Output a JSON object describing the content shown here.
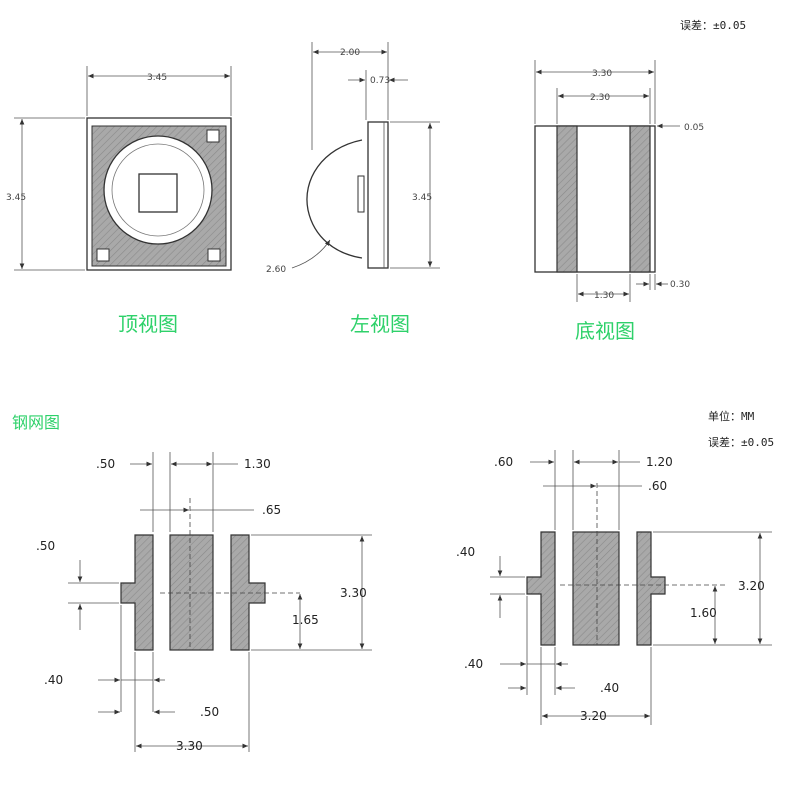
{
  "notes": {
    "tolerance_top": "误差：±0.05",
    "unit": "单位：MM",
    "tolerance": "误差：±0.05"
  },
  "captions": {
    "top_view": "顶视图",
    "left_view": "左视图",
    "bottom_view": "底视图",
    "stencil": "钢网图"
  },
  "top_view": {
    "width": "3.45",
    "height": "3.45"
  },
  "left_view": {
    "depth": "2.00",
    "base": "0.73",
    "height": "3.45",
    "lens": "2.60"
  },
  "bottom_view": {
    "width": "3.30",
    "inner": "2.30",
    "edge": "0.05",
    "pad_width": "1.30",
    "gap": "0.30"
  },
  "stencil_left": {
    "pad_a": ".50",
    "pad_b": "1.30",
    "offset": ".65",
    "tab": ".50",
    "height": "3.30",
    "center": "1.65",
    "tab_w": ".40",
    "gap": ".50",
    "width": "3.30"
  },
  "stencil_right": {
    "pad_a": ".60",
    "pad_b": "1.20",
    "offset": ".60",
    "tab": ".40",
    "height": "3.20",
    "center": "1.60",
    "tab_w": ".40",
    "gap": ".40",
    "width": "3.20"
  }
}
